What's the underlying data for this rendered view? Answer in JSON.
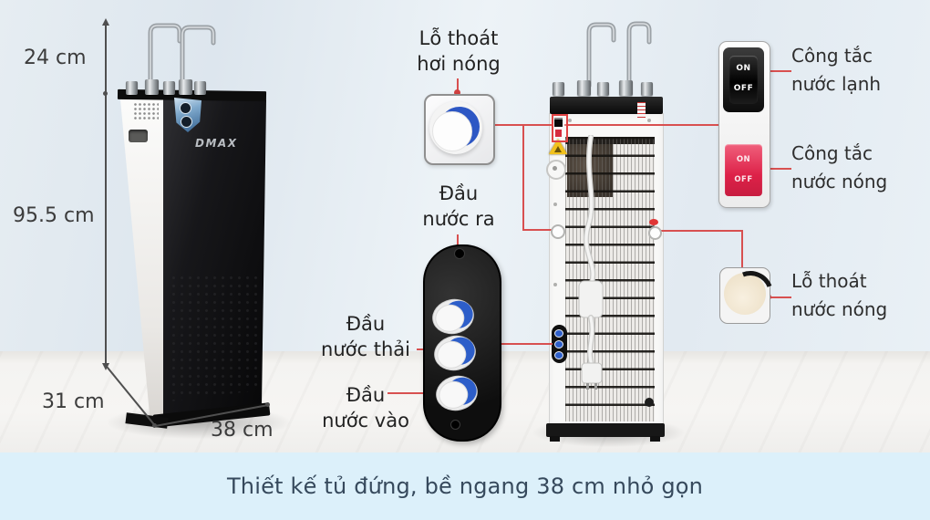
{
  "dimensions": {
    "faucet_height": "24 cm",
    "body_height": "95.5 cm",
    "depth": "31 cm",
    "width": "38 cm"
  },
  "brand": {
    "name": "DMAX"
  },
  "callouts": {
    "steam_vent": {
      "line1": "Lỗ thoát",
      "line2": "hơi nóng"
    },
    "water_out": {
      "line1": "Đầu",
      "line2": "nước ra"
    },
    "water_waste": {
      "line1": "Đầu",
      "line2": "nước thải"
    },
    "water_in": {
      "line1": "Đầu",
      "line2": "nước vào"
    },
    "switch_cold": {
      "line1": "Công tắc",
      "line2": "nước lạnh"
    },
    "switch_hot": {
      "line1": "Công tắc",
      "line2": "nước nóng"
    },
    "hot_drain": {
      "line1": "Lỗ thoát",
      "line2": "nước nóng"
    }
  },
  "switches": {
    "on": "ON",
    "off": "OFF"
  },
  "caption": {
    "text": "Thiết kế tủ đứng, bề ngang 38 cm nhỏ gọn"
  },
  "colors": {
    "accent_red": "#d85050",
    "caption_bg": "#dcf0fa",
    "caption_text": "#36495c",
    "ring_blue": "#2d5ec9",
    "switch_red": "#dd2148",
    "drain_cream": "#f3e8d4"
  }
}
